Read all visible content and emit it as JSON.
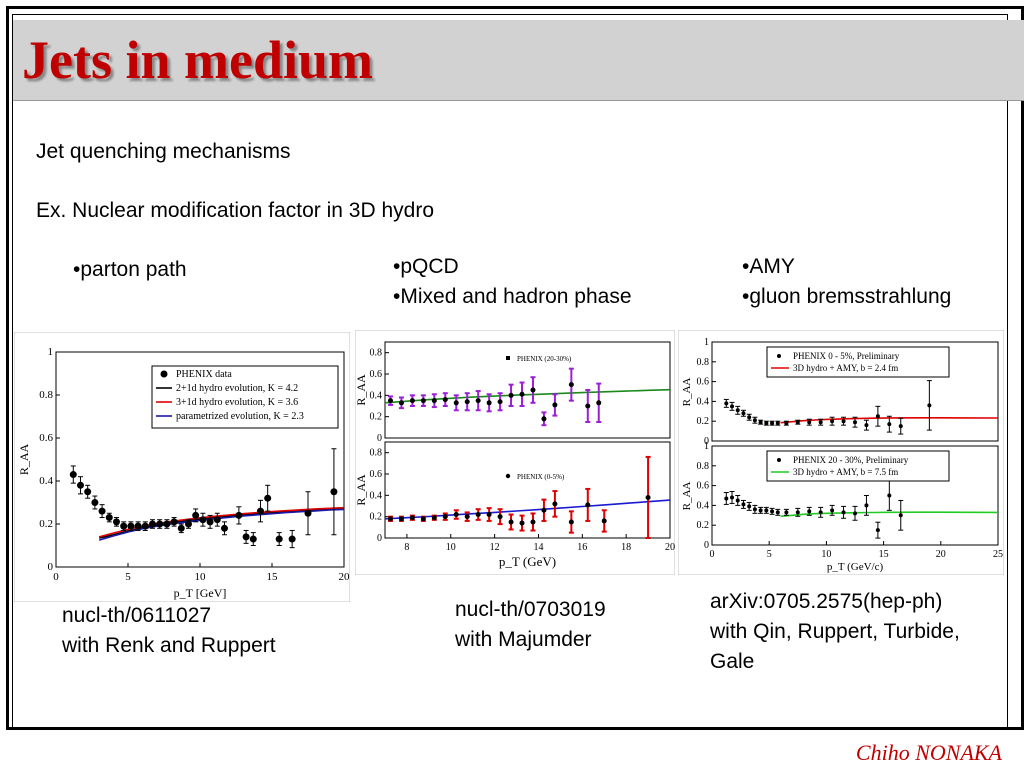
{
  "slide": {
    "title": "Jets in medium",
    "subtitle": "Jet quenching mechanisms",
    "example": "Ex. Nuclear modification factor in 3D hydro",
    "footer": "Chiho NONAKA"
  },
  "columns": [
    {
      "bullets": [
        "•parton path"
      ],
      "ref": [
        "nucl-th/0611027",
        "with Renk and Ruppert"
      ]
    },
    {
      "bullets": [
        "•pQCD",
        "•Mixed and hadron phase"
      ],
      "ref": [
        "nucl-th/0703019",
        "with Majumder"
      ]
    },
    {
      "bullets": [
        "•AMY",
        "•gluon bremsstrahlung"
      ],
      "ref": [
        "arXiv:0705.2575(hep-ph)",
        "with Qin, Ruppert, Turbide,",
        "Gale"
      ]
    }
  ],
  "chart_data": [
    {
      "type": "scatter",
      "xlabel": "p_T [GeV]",
      "ylabel": "R_AA",
      "xlim": [
        0,
        20
      ],
      "ylim": [
        0,
        1
      ],
      "xticks": [
        0,
        5,
        10,
        15,
        20
      ],
      "yticks": [
        0,
        0.2,
        0.4,
        0.6,
        0.8,
        1
      ],
      "legend_position": "top-right",
      "legend": [
        "PHENIX data",
        "2+1d hydro evolution, K = 4.2",
        "3+1d hydro evolution, K = 3.6",
        "parametrized evolution, K = 2.3"
      ],
      "points": [
        {
          "x": 1.2,
          "y": 0.43,
          "err": 0.04
        },
        {
          "x": 1.7,
          "y": 0.38,
          "err": 0.04
        },
        {
          "x": 2.2,
          "y": 0.35,
          "err": 0.03
        },
        {
          "x": 2.7,
          "y": 0.3,
          "err": 0.03
        },
        {
          "x": 3.2,
          "y": 0.26,
          "err": 0.03
        },
        {
          "x": 3.7,
          "y": 0.23,
          "err": 0.02
        },
        {
          "x": 4.2,
          "y": 0.21,
          "err": 0.02
        },
        {
          "x": 4.7,
          "y": 0.19,
          "err": 0.02
        },
        {
          "x": 5.2,
          "y": 0.19,
          "err": 0.02
        },
        {
          "x": 5.7,
          "y": 0.19,
          "err": 0.02
        },
        {
          "x": 6.2,
          "y": 0.19,
          "err": 0.02
        },
        {
          "x": 6.7,
          "y": 0.2,
          "err": 0.02
        },
        {
          "x": 7.2,
          "y": 0.2,
          "err": 0.02
        },
        {
          "x": 7.7,
          "y": 0.2,
          "err": 0.02
        },
        {
          "x": 8.2,
          "y": 0.21,
          "err": 0.02
        },
        {
          "x": 8.7,
          "y": 0.18,
          "err": 0.02
        },
        {
          "x": 9.2,
          "y": 0.2,
          "err": 0.02
        },
        {
          "x": 9.7,
          "y": 0.24,
          "err": 0.03
        },
        {
          "x": 10.2,
          "y": 0.22,
          "err": 0.03
        },
        {
          "x": 10.7,
          "y": 0.21,
          "err": 0.03
        },
        {
          "x": 11.2,
          "y": 0.22,
          "err": 0.03
        },
        {
          "x": 11.7,
          "y": 0.18,
          "err": 0.03
        },
        {
          "x": 12.7,
          "y": 0.24,
          "err": 0.04
        },
        {
          "x": 13.2,
          "y": 0.14,
          "err": 0.03
        },
        {
          "x": 13.7,
          "y": 0.13,
          "err": 0.03
        },
        {
          "x": 14.2,
          "y": 0.26,
          "err": 0.05
        },
        {
          "x": 14.7,
          "y": 0.32,
          "err": 0.06
        },
        {
          "x": 15.5,
          "y": 0.13,
          "err": 0.03
        },
        {
          "x": 16.4,
          "y": 0.13,
          "err": 0.04
        },
        {
          "x": 17.5,
          "y": 0.25,
          "err": 0.1
        },
        {
          "x": 19.3,
          "y": 0.35,
          "err": 0.2
        }
      ],
      "series": [
        {
          "name": "2+1d hydro evolution, K = 4.2",
          "color": "#000000",
          "x": [
            3,
            4,
            5,
            6,
            7,
            8,
            9,
            10,
            11,
            12,
            13,
            14,
            15,
            16,
            17,
            18,
            19,
            20
          ],
          "y": [
            0.135,
            0.15,
            0.167,
            0.182,
            0.195,
            0.206,
            0.215,
            0.223,
            0.23,
            0.237,
            0.243,
            0.248,
            0.253,
            0.258,
            0.262,
            0.266,
            0.27,
            0.273
          ]
        },
        {
          "name": "3+1d hydro evolution, K = 3.6",
          "color": "#e00000",
          "x": [
            3,
            4,
            5,
            6,
            7,
            8,
            9,
            10,
            11,
            12,
            13,
            14,
            15,
            16,
            17,
            18,
            19,
            20
          ],
          "y": [
            0.14,
            0.158,
            0.175,
            0.19,
            0.202,
            0.212,
            0.221,
            0.229,
            0.236,
            0.242,
            0.248,
            0.253,
            0.258,
            0.262,
            0.266,
            0.27,
            0.273,
            0.276
          ]
        },
        {
          "name": "parametrized evolution, K = 2.3",
          "color": "#1a1aa8",
          "x": [
            3,
            4,
            5,
            6,
            7,
            8,
            9,
            10,
            11,
            12,
            13,
            14,
            15,
            16,
            17,
            18,
            19,
            20
          ],
          "y": [
            0.125,
            0.145,
            0.163,
            0.178,
            0.19,
            0.2,
            0.209,
            0.217,
            0.224,
            0.231,
            0.237,
            0.243,
            0.248,
            0.253,
            0.257,
            0.261,
            0.265,
            0.268
          ]
        }
      ]
    },
    {
      "type": "scatter",
      "panels": [
        {
          "legend": [
            "PHENIX (20-30%)"
          ],
          "xlim": [
            7,
            20
          ],
          "ylim": [
            0,
            0.9
          ],
          "yticks": [
            0,
            0.2,
            0.4,
            0.6,
            0.8
          ],
          "errcolor": "#9b1fd6",
          "curve": {
            "color": "#1a8a1a",
            "x": [
              7,
              8,
              9,
              10,
              11,
              12,
              13,
              14,
              15,
              16,
              17,
              18,
              19,
              20
            ],
            "y": [
              0.33,
              0.345,
              0.36,
              0.372,
              0.383,
              0.393,
              0.402,
              0.41,
              0.418,
              0.426,
              0.433,
              0.44,
              0.447,
              0.453
            ]
          },
          "points": [
            {
              "x": 7.25,
              "y": 0.35,
              "err": 0.04
            },
            {
              "x": 7.75,
              "y": 0.33,
              "err": 0.05
            },
            {
              "x": 8.25,
              "y": 0.35,
              "err": 0.05
            },
            {
              "x": 8.75,
              "y": 0.35,
              "err": 0.05
            },
            {
              "x": 9.25,
              "y": 0.35,
              "err": 0.06
            },
            {
              "x": 9.75,
              "y": 0.36,
              "err": 0.06
            },
            {
              "x": 10.25,
              "y": 0.33,
              "err": 0.07
            },
            {
              "x": 10.75,
              "y": 0.34,
              "err": 0.08
            },
            {
              "x": 11.25,
              "y": 0.35,
              "err": 0.09
            },
            {
              "x": 11.75,
              "y": 0.33,
              "err": 0.08
            },
            {
              "x": 12.25,
              "y": 0.34,
              "err": 0.08
            },
            {
              "x": 12.75,
              "y": 0.4,
              "err": 0.1
            },
            {
              "x": 13.25,
              "y": 0.41,
              "err": 0.11
            },
            {
              "x": 13.75,
              "y": 0.45,
              "err": 0.12
            },
            {
              "x": 14.25,
              "y": 0.18,
              "err": 0.06
            },
            {
              "x": 14.75,
              "y": 0.31,
              "err": 0.1
            },
            {
              "x": 15.5,
              "y": 0.5,
              "err": 0.15
            },
            {
              "x": 16.25,
              "y": 0.3,
              "err": 0.15
            },
            {
              "x": 16.75,
              "y": 0.33,
              "err": 0.18
            }
          ]
        },
        {
          "legend": [
            "PHENIX (0-5%)"
          ],
          "xlim": [
            7,
            20
          ],
          "ylim": [
            0,
            0.9
          ],
          "yticks": [
            0,
            0.2,
            0.4,
            0.6,
            0.8
          ],
          "xticks": [
            8,
            10,
            12,
            14,
            16,
            18,
            20
          ],
          "xlabel": "p_T (GeV)",
          "errcolor": "#e00000",
          "curve": {
            "color": "#1a1ad0",
            "x": [
              7,
              8,
              9,
              10,
              11,
              12,
              13,
              14,
              15,
              16,
              17,
              18,
              19,
              20
            ],
            "y": [
              0.18,
              0.19,
              0.202,
              0.215,
              0.228,
              0.24,
              0.253,
              0.266,
              0.28,
              0.295,
              0.31,
              0.325,
              0.34,
              0.355
            ]
          },
          "points": [
            {
              "x": 7.25,
              "y": 0.18,
              "err": 0.02
            },
            {
              "x": 7.75,
              "y": 0.18,
              "err": 0.02
            },
            {
              "x": 8.25,
              "y": 0.19,
              "err": 0.02
            },
            {
              "x": 8.75,
              "y": 0.18,
              "err": 0.02
            },
            {
              "x": 9.25,
              "y": 0.19,
              "err": 0.02
            },
            {
              "x": 9.75,
              "y": 0.2,
              "err": 0.03
            },
            {
              "x": 10.25,
              "y": 0.22,
              "err": 0.04
            },
            {
              "x": 10.75,
              "y": 0.2,
              "err": 0.04
            },
            {
              "x": 11.25,
              "y": 0.22,
              "err": 0.05
            },
            {
              "x": 11.75,
              "y": 0.22,
              "err": 0.06
            },
            {
              "x": 12.25,
              "y": 0.2,
              "err": 0.07
            },
            {
              "x": 12.75,
              "y": 0.15,
              "err": 0.07
            },
            {
              "x": 13.25,
              "y": 0.14,
              "err": 0.07
            },
            {
              "x": 13.75,
              "y": 0.15,
              "err": 0.08
            },
            {
              "x": 14.25,
              "y": 0.26,
              "err": 0.1
            },
            {
              "x": 14.75,
              "y": 0.32,
              "err": 0.12
            },
            {
              "x": 15.5,
              "y": 0.15,
              "err": 0.1
            },
            {
              "x": 16.25,
              "y": 0.31,
              "err": 0.15
            },
            {
              "x": 17,
              "y": 0.16,
              "err": 0.1
            },
            {
              "x": 19,
              "y": 0.38,
              "err": 0.38
            }
          ]
        }
      ],
      "ylabel": "R_AA"
    },
    {
      "type": "scatter",
      "panels": [
        {
          "legend": [
            "PHENIX 0 - 5%, Preliminary",
            "3D hydro + AMY, b = 2.4 fm"
          ],
          "xlim": [
            0,
            25
          ],
          "ylim": [
            0,
            1
          ],
          "yticks": [
            0,
            0.2,
            0.4,
            0.6,
            0.8,
            1
          ],
          "curve": {
            "color": "#e00000",
            "x": [
              6,
              7,
              8,
              9,
              10,
              12,
              14,
              16,
              18,
              20,
              22,
              25
            ],
            "y": [
              0.185,
              0.195,
              0.205,
              0.212,
              0.218,
              0.225,
              0.23,
              0.233,
              0.234,
              0.234,
              0.233,
              0.232
            ]
          },
          "points": [
            {
              "x": 1.25,
              "y": 0.38,
              "err": 0.04
            },
            {
              "x": 1.75,
              "y": 0.35,
              "err": 0.04
            },
            {
              "x": 2.25,
              "y": 0.31,
              "err": 0.04
            },
            {
              "x": 2.75,
              "y": 0.28,
              "err": 0.03
            },
            {
              "x": 3.25,
              "y": 0.24,
              "err": 0.03
            },
            {
              "x": 3.75,
              "y": 0.21,
              "err": 0.03
            },
            {
              "x": 4.25,
              "y": 0.19,
              "err": 0.02
            },
            {
              "x": 4.75,
              "y": 0.18,
              "err": 0.02
            },
            {
              "x": 5.25,
              "y": 0.18,
              "err": 0.02
            },
            {
              "x": 5.75,
              "y": 0.18,
              "err": 0.02
            },
            {
              "x": 6.5,
              "y": 0.18,
              "err": 0.02
            },
            {
              "x": 7.5,
              "y": 0.19,
              "err": 0.02
            },
            {
              "x": 8.5,
              "y": 0.19,
              "err": 0.03
            },
            {
              "x": 9.5,
              "y": 0.19,
              "err": 0.03
            },
            {
              "x": 10.5,
              "y": 0.2,
              "err": 0.04
            },
            {
              "x": 11.5,
              "y": 0.2,
              "err": 0.04
            },
            {
              "x": 12.5,
              "y": 0.19,
              "err": 0.05
            },
            {
              "x": 13.5,
              "y": 0.16,
              "err": 0.05
            },
            {
              "x": 14.5,
              "y": 0.25,
              "err": 0.1
            },
            {
              "x": 15.5,
              "y": 0.17,
              "err": 0.08
            },
            {
              "x": 16.5,
              "y": 0.15,
              "err": 0.08
            },
            {
              "x": 19,
              "y": 0.36,
              "err": 0.25
            }
          ]
        },
        {
          "legend": [
            "PHENIX 20 - 30%, Preliminary",
            "3D hydro + AMY, b = 7.5 fm"
          ],
          "xlim": [
            0,
            25
          ],
          "ylim": [
            0,
            1
          ],
          "yticks": [
            0,
            0.2,
            0.4,
            0.6,
            0.8,
            1
          ],
          "xticks": [
            0,
            5,
            10,
            15,
            20,
            25
          ],
          "xlabel": "p_T (GeV/c)",
          "curve": {
            "color": "#1fcc1f",
            "x": [
              6,
              7,
              8,
              9,
              10,
              12,
              14,
              16,
              18,
              20,
              22,
              25
            ],
            "y": [
              0.29,
              0.3,
              0.31,
              0.316,
              0.32,
              0.325,
              0.328,
              0.33,
              0.331,
              0.331,
              0.33,
              0.329
            ]
          },
          "points": [
            {
              "x": 1.25,
              "y": 0.47,
              "err": 0.06
            },
            {
              "x": 1.75,
              "y": 0.48,
              "err": 0.06
            },
            {
              "x": 2.25,
              "y": 0.45,
              "err": 0.05
            },
            {
              "x": 2.75,
              "y": 0.41,
              "err": 0.04
            },
            {
              "x": 3.25,
              "y": 0.39,
              "err": 0.04
            },
            {
              "x": 3.75,
              "y": 0.36,
              "err": 0.04
            },
            {
              "x": 4.25,
              "y": 0.35,
              "err": 0.03
            },
            {
              "x": 4.75,
              "y": 0.35,
              "err": 0.03
            },
            {
              "x": 5.25,
              "y": 0.34,
              "err": 0.03
            },
            {
              "x": 5.75,
              "y": 0.33,
              "err": 0.03
            },
            {
              "x": 6.5,
              "y": 0.33,
              "err": 0.03
            },
            {
              "x": 7.5,
              "y": 0.33,
              "err": 0.04
            },
            {
              "x": 8.5,
              "y": 0.34,
              "err": 0.04
            },
            {
              "x": 9.5,
              "y": 0.33,
              "err": 0.05
            },
            {
              "x": 10.5,
              "y": 0.35,
              "err": 0.05
            },
            {
              "x": 11.5,
              "y": 0.33,
              "err": 0.06
            },
            {
              "x": 12.5,
              "y": 0.32,
              "err": 0.07
            },
            {
              "x": 13.5,
              "y": 0.4,
              "err": 0.1
            },
            {
              "x": 14.5,
              "y": 0.15,
              "err": 0.08
            },
            {
              "x": 15.5,
              "y": 0.5,
              "err": 0.15
            },
            {
              "x": 16.5,
              "y": 0.3,
              "err": 0.15
            }
          ]
        }
      ],
      "ylabel": "R_AA"
    }
  ]
}
